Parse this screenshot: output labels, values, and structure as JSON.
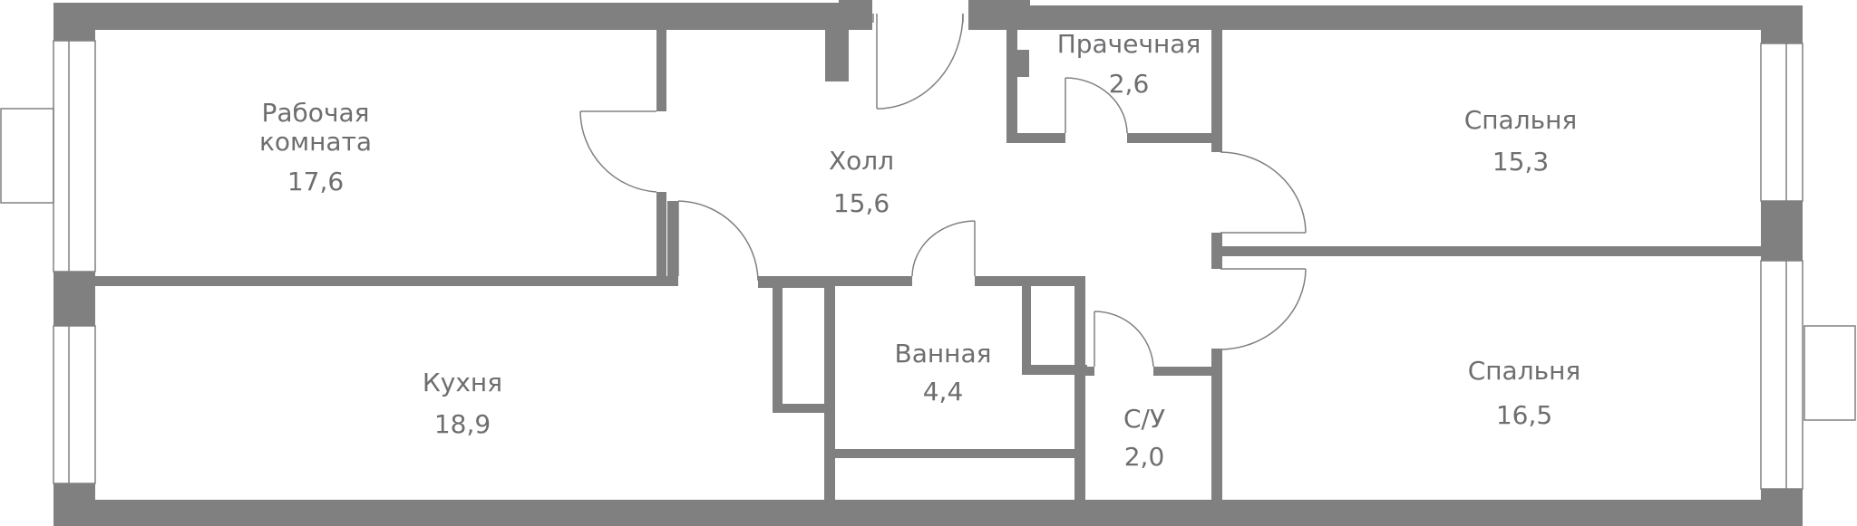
{
  "colors": {
    "wall": "#808080",
    "label": "#6d6e70",
    "background": "#ffffff"
  },
  "rooms": [
    {
      "id": "rabochaya",
      "lines": [
        "Рабочая",
        "комната"
      ],
      "area": "17,6"
    },
    {
      "id": "kukhnya",
      "lines": [
        "Кухня"
      ],
      "area": "18,9"
    },
    {
      "id": "kholl",
      "lines": [
        "Холл"
      ],
      "area": "15,6"
    },
    {
      "id": "prachechnaya",
      "lines": [
        "Прачечная"
      ],
      "area": "2,6"
    },
    {
      "id": "vannaya",
      "lines": [
        "Ванная"
      ],
      "area": "4,4"
    },
    {
      "id": "su",
      "lines": [
        "С/У"
      ],
      "area": "2,0"
    },
    {
      "id": "spalnya1",
      "lines": [
        "Спальня"
      ],
      "area": "15,3"
    },
    {
      "id": "spalnya2",
      "lines": [
        "Спальня"
      ],
      "area": "16,5"
    }
  ]
}
